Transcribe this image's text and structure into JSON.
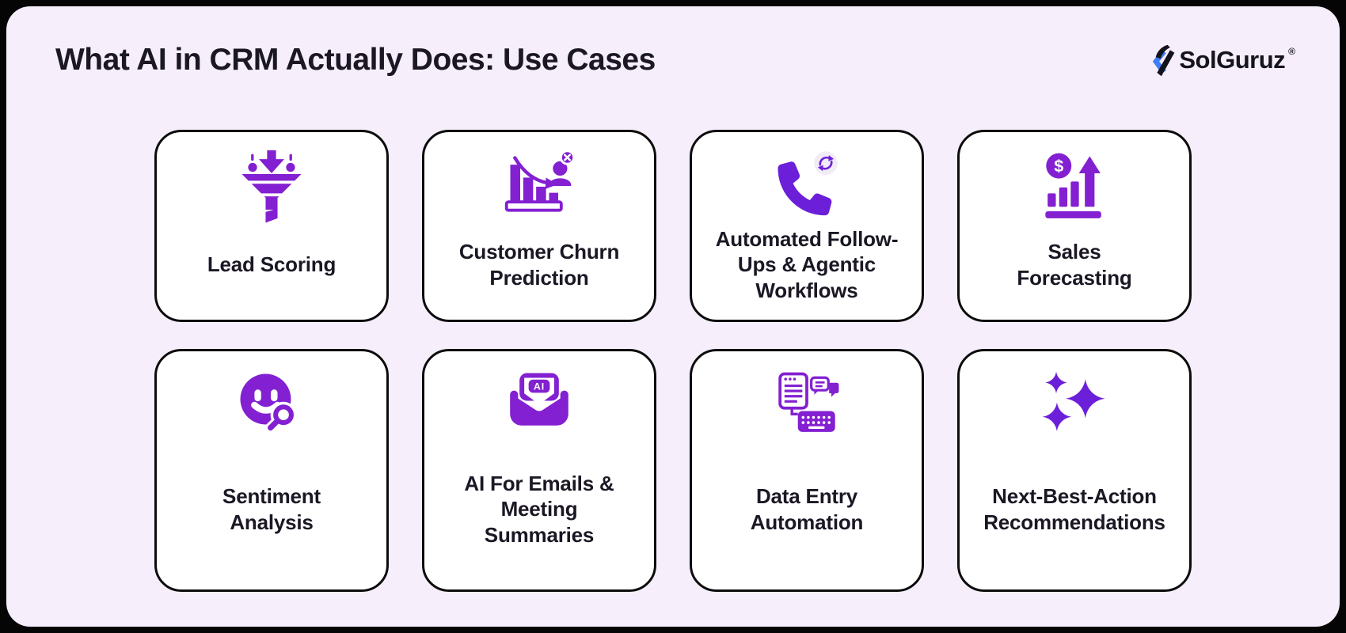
{
  "page": {
    "title": "What AI in CRM Actually Does: Use Cases"
  },
  "logo": {
    "text": "SolGuruz",
    "registered": "®"
  },
  "colors": {
    "accent": "#8320d1",
    "accent_deep": "#6c1fd9",
    "logo_blue": "#3e7df7",
    "logo_dark": "#15131c",
    "bg_lavender": "#f6effb",
    "card_border": "#0c0c0c",
    "text": "#1b1724",
    "frame_bg": "#050505",
    "badge_bg": "#f1edf7"
  },
  "cards": [
    {
      "id": "lead-scoring",
      "icon": "funnel-icon",
      "label": "Lead Scoring"
    },
    {
      "id": "churn-prediction",
      "icon": "churn-chart-icon",
      "label": "Customer Churn\nPrediction"
    },
    {
      "id": "automated-followups",
      "icon": "phone-sync-icon",
      "label": "Automated Follow-\nUps & Agentic\nWorkflows"
    },
    {
      "id": "sales-forecasting",
      "icon": "dollar-chart-icon",
      "label": "Sales\nForecasting"
    },
    {
      "id": "sentiment-analysis",
      "icon": "smiley-magnifier-icon",
      "label": "Sentiment\nAnalysis"
    },
    {
      "id": "ai-emails",
      "icon": "ai-envelope-icon",
      "label": "AI For Emails &\nMeeting\nSummaries"
    },
    {
      "id": "data-entry",
      "icon": "document-keyboard-icon",
      "label": "Data Entry\nAutomation"
    },
    {
      "id": "next-best-action",
      "icon": "sparkles-icon",
      "label": "Next-Best-Action\nRecommendations"
    }
  ]
}
